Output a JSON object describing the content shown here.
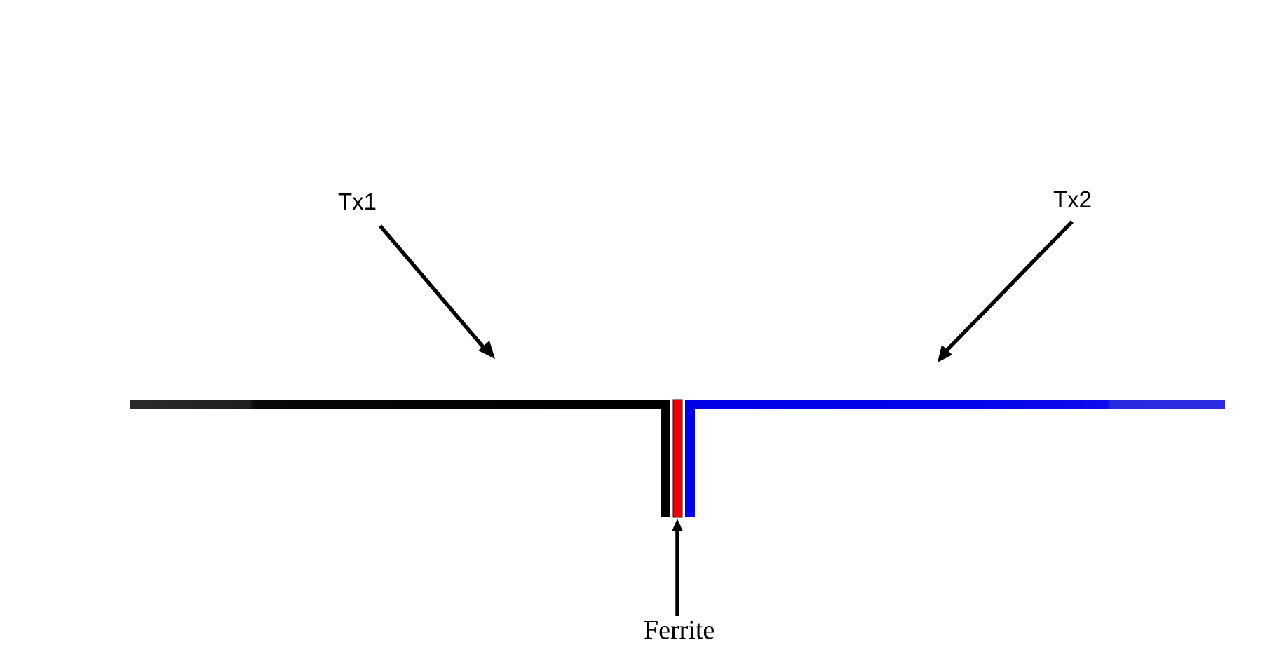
{
  "labels": {
    "tx1": "Tx1",
    "tx2": "Tx2",
    "ferrite": "Ferrite"
  },
  "colors": {
    "tx1_conductor": "#000000",
    "tx2_conductor": "#0000ee",
    "ferrite": "#ee0000",
    "arrows": "#000000",
    "background": "#ffffff"
  }
}
